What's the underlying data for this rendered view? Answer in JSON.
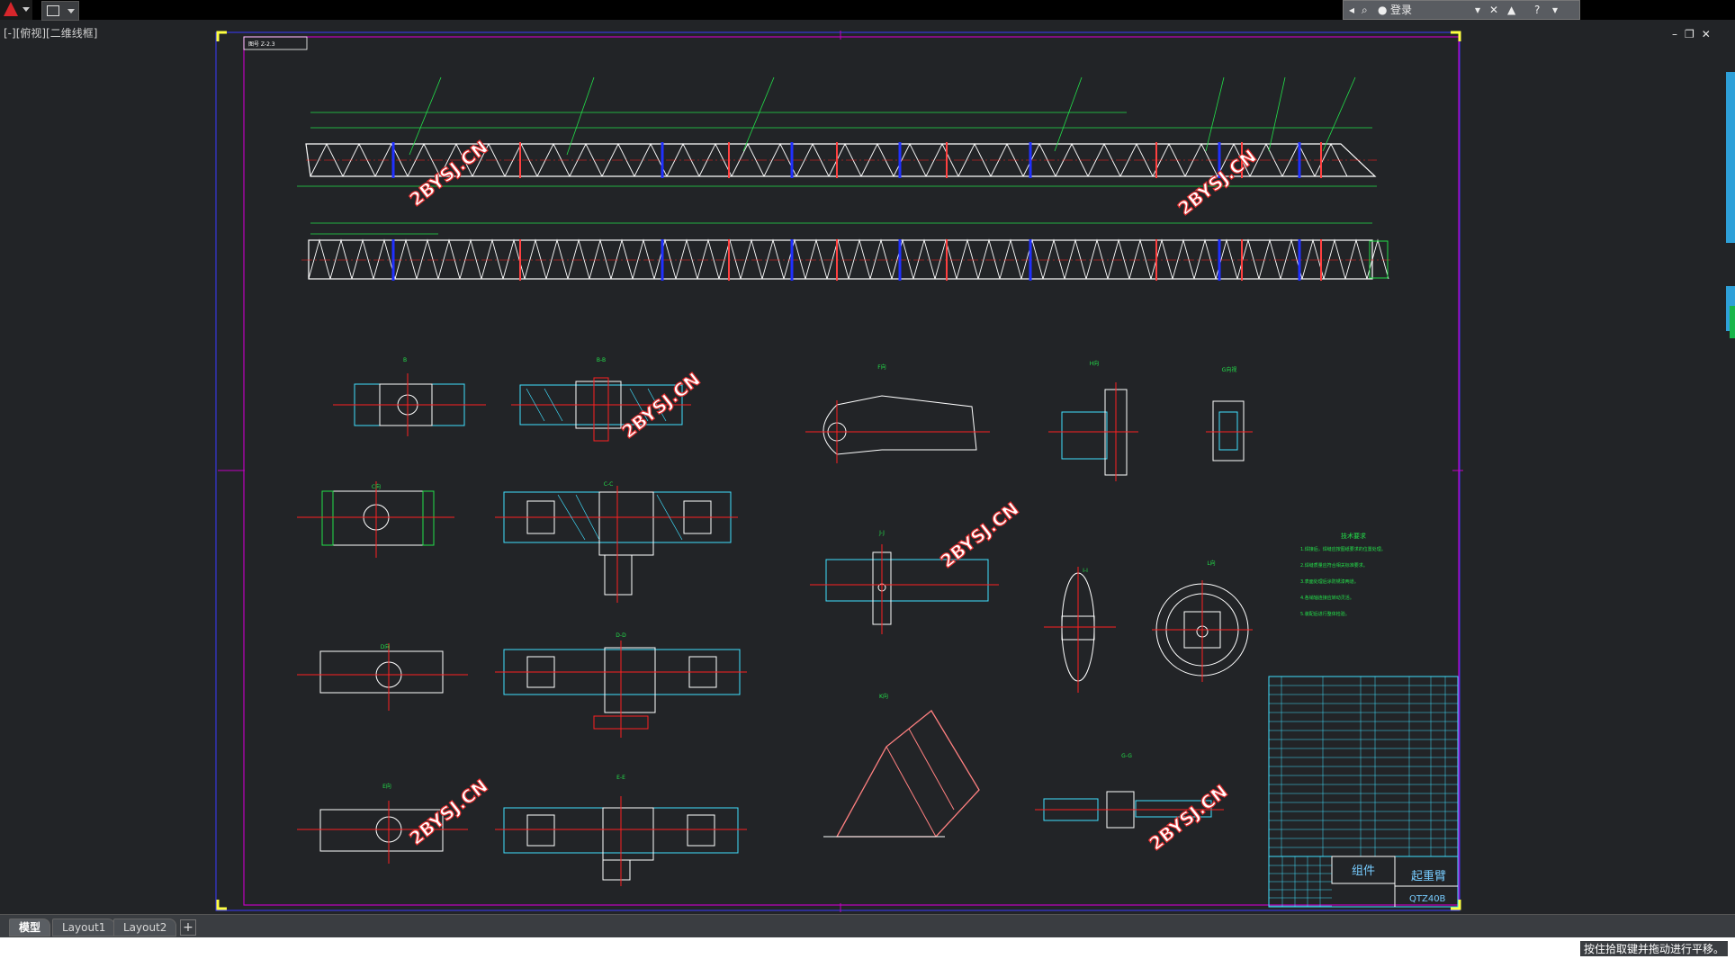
{
  "app": {
    "login_label": "登录",
    "view_label": "[-][俯视][二维线框]",
    "help_label": "?"
  },
  "drawing": {
    "title_block_name": "起重臂",
    "title_block_code": "QTZ40B",
    "title_block_type": "组件",
    "watermark": "2BYSJ.CN",
    "corner_box": "图号 Z-2.3",
    "section_labels": [
      "B",
      "B-B",
      "C向",
      "C-C",
      "D向",
      "D-D",
      "E向",
      "E-E",
      "F向",
      "H向",
      "G向视",
      "I-I",
      "J-J",
      "G-G",
      "K向",
      "L向"
    ],
    "tech_req_title": "技术要求",
    "tech_req_lines": [
      "1.焊接后，焊缝应按图纸要求的位置处理。",
      "2.焊缝质量应符合相关标准要求。",
      "3.表面处理后涂防锈漆两道。",
      "4.各销轴连接应转动灵活。",
      "5.装配后进行整体检验。"
    ]
  },
  "tabs": [
    {
      "label": "模型",
      "active": true
    },
    {
      "label": "Layout1",
      "active": false
    },
    {
      "label": "Layout2",
      "active": false
    }
  ],
  "tab_add_label": "+",
  "status_text": "按住拾取键并拖动进行平移。",
  "colors": {
    "background": "#222427",
    "frame_magenta": "#c000c0",
    "line_green": "#23e04a",
    "line_white": "#ffffff",
    "line_red": "#ff2020",
    "line_blue": "#2030ff",
    "line_cyan": "#40e0ff"
  }
}
